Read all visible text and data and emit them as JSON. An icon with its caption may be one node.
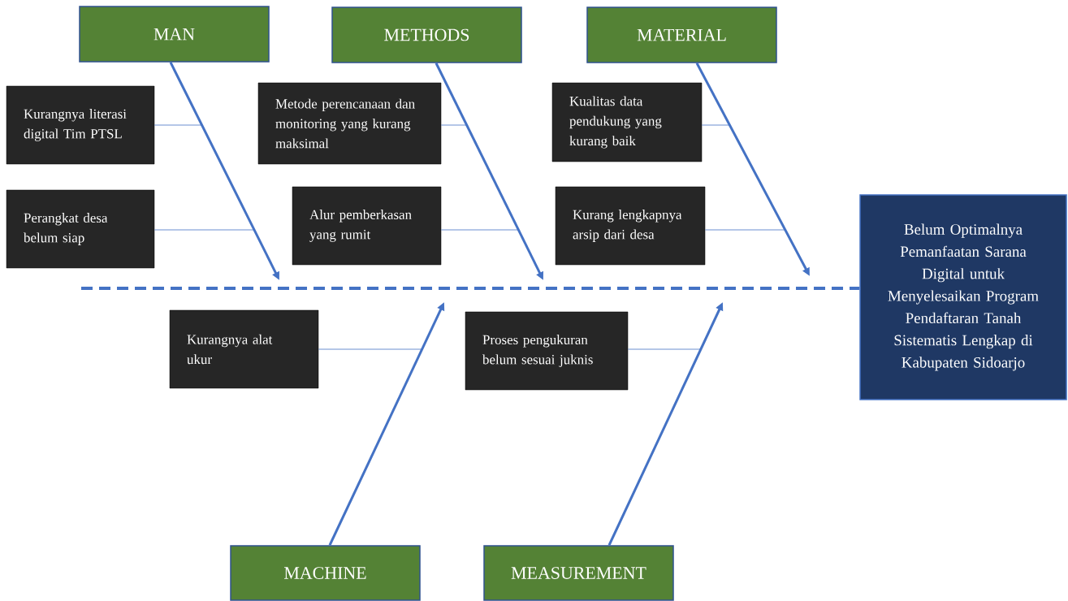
{
  "diagram": {
    "nodes": [
      {
        "text": [
          "MAN"
        ]
      },
      {
        "text": [
          "METHODS"
        ]
      },
      {
        "text": [
          "MATERIAL"
        ]
      },
      {
        "text": [
          "Kurangnya literasi digital Tim PTSL"
        ]
      },
      {
        "text": [
          "Metode perencanaan dan monitoring yang kurang maksimal"
        ]
      },
      {
        "text": [
          "Kualitas data pendukung yang kurang baik"
        ]
      },
      {
        "text": [
          "Perangkat desa belum siap"
        ]
      },
      {
        "text": [
          "Alur pemberkasan yang rumit"
        ]
      },
      {
        "text": [
          "Kurang lengkapnya arsip dari desa"
        ]
      },
      {
        "text": [
          "Belum Optimalnya Pemanfaatan Sarana Digital untuk Menyelesaikan Program Pendaftaran Tanah Sistematis Lengkap di Kabupaten Sidoarjo"
        ]
      },
      {
        "text": [
          "Kurangnya alat ukur"
        ]
      },
      {
        "text": [
          "Proses pengukuran belum sesuai juknis"
        ]
      },
      {
        "text": [
          "MACHINE"
        ]
      },
      {
        "text": [
          "MEASUREMENT"
        ]
      }
    ],
    "edges": [
      {
        "from": 0,
        "to": null,
        "arrow": "to",
        "style": "thick"
      },
      {
        "from": 1,
        "to": null,
        "arrow": "to",
        "style": "thick"
      },
      {
        "from": 2,
        "to": null,
        "arrow": "to",
        "style": "thick"
      },
      {
        "from": 12,
        "to": null,
        "arrow": "to",
        "style": "thick"
      },
      {
        "from": 13,
        "to": null,
        "arrow": "to",
        "style": "thick"
      },
      {
        "from": null,
        "to": 9,
        "arrow": "none",
        "style": "dashed"
      },
      {
        "from": 3,
        "to": null,
        "arrow": "none"
      },
      {
        "from": 6,
        "to": null,
        "arrow": "none"
      },
      {
        "from": 4,
        "to": null,
        "arrow": "none"
      },
      {
        "from": 7,
        "to": null,
        "arrow": "none"
      },
      {
        "from": 5,
        "to": null,
        "arrow": "none"
      },
      {
        "from": 8,
        "to": null,
        "arrow": "none"
      },
      {
        "from": 10,
        "to": null,
        "arrow": "none"
      },
      {
        "from": 11,
        "to": null,
        "arrow": "none"
      }
    ]
  }
}
